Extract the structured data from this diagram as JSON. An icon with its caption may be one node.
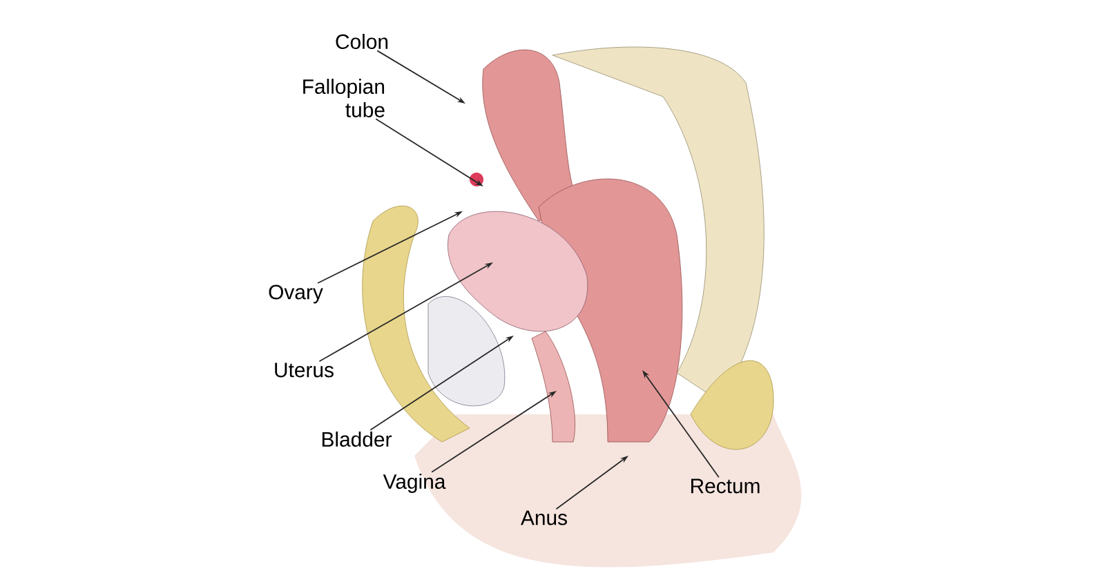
{
  "diagram": {
    "nodes": [
      {
        "text": [
          "Colon"
        ]
      },
      {
        "text": [
          "Fallopian tube"
        ]
      },
      {
        "text": [
          "Ovary"
        ]
      },
      {
        "text": [
          "Uterus"
        ]
      },
      {
        "text": [
          "Bladder"
        ]
      },
      {
        "text": [
          "Vagina"
        ]
      },
      {
        "text": [
          "Anus"
        ]
      },
      {
        "text": [
          "Rectum"
        ]
      }
    ],
    "edges": [
      {
        "from": 0,
        "to": null,
        "arrow": "to"
      },
      {
        "from": 1,
        "to": null,
        "arrow": "to"
      },
      {
        "from": 2,
        "to": null,
        "arrow": "to"
      },
      {
        "from": 3,
        "to": null,
        "arrow": "to"
      },
      {
        "from": 4,
        "to": null,
        "arrow": "to"
      },
      {
        "from": 5,
        "to": null,
        "arrow": "to"
      },
      {
        "from": 6,
        "to": null,
        "arrow": "to"
      },
      {
        "from": 7,
        "to": null,
        "arrow": "to"
      }
    ]
  }
}
